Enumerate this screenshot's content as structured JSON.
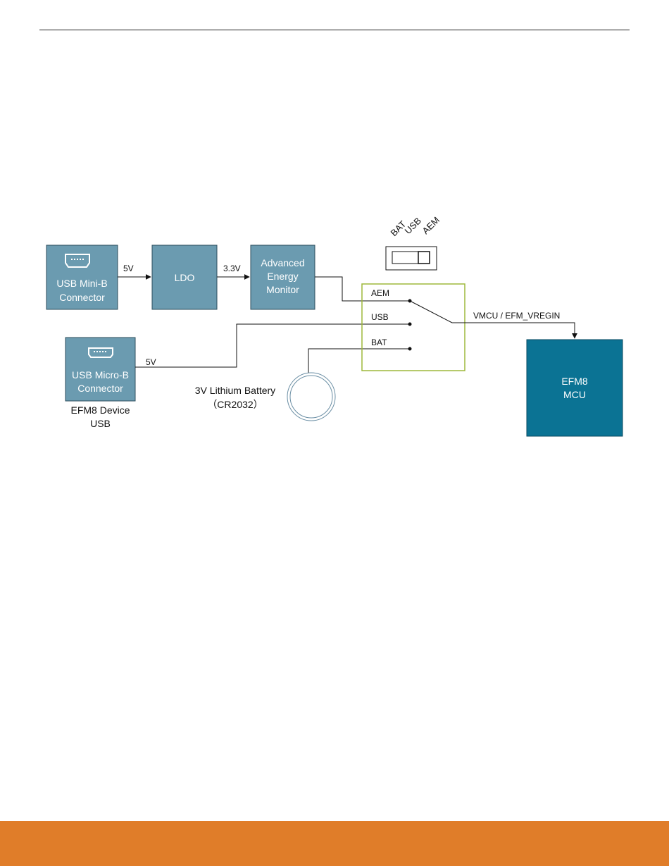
{
  "diagram": {
    "blocks": {
      "usb_mini_b": {
        "line1": "USB Mini-B",
        "line2": "Connector"
      },
      "ldo": {
        "label": "LDO"
      },
      "aem": {
        "line1": "Advanced",
        "line2": "Energy",
        "line3": "Monitor"
      },
      "usb_micro_b": {
        "line1": "USB Micro-B",
        "line2": "Connector"
      },
      "efm8_mcu": {
        "line1": "EFM8",
        "line2": "MCU"
      }
    },
    "captions": {
      "efm8_device_usb": {
        "line1": "EFM8 Device",
        "line2": "USB"
      },
      "battery": {
        "line1": "3V Lithium Battery",
        "line2": "（CR2032）"
      }
    },
    "wire_labels": {
      "mini_to_ldo": "5V",
      "ldo_to_aem": "3.3V",
      "micro_usb": "5V",
      "output": "VMCU / EFM_VREGIN"
    },
    "switch": {
      "positions": [
        "BAT",
        "USB",
        "AEM"
      ],
      "selected": "AEM",
      "contacts": {
        "aem": "AEM",
        "usb": "USB",
        "bat": "BAT"
      }
    },
    "colors": {
      "block_fill": "#6b9bb0",
      "mcu_fill": "#0b7394",
      "switch_box_border": "#9db83a",
      "footer": "#e07d29"
    }
  }
}
